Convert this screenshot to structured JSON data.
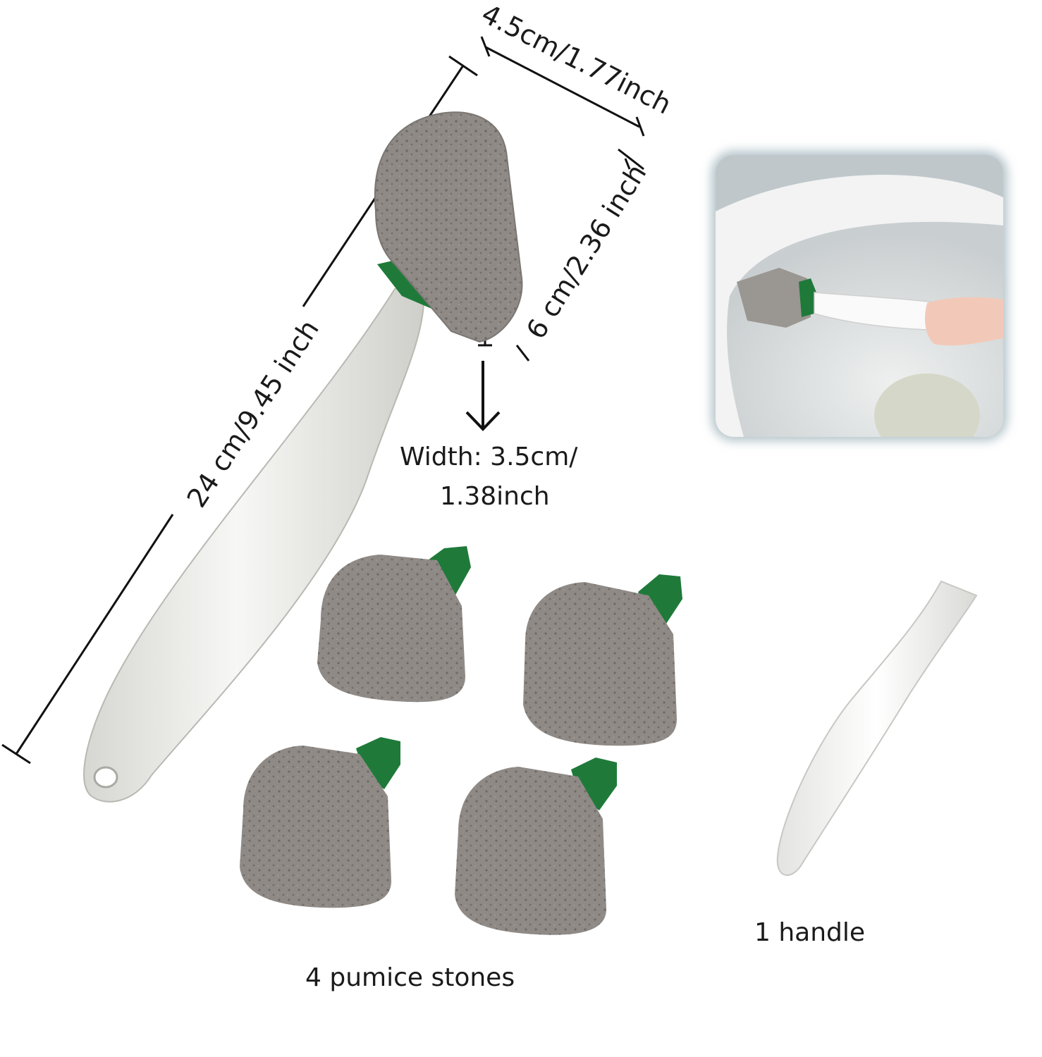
{
  "dimensions": {
    "head_width": "4.5cm/1.77inch",
    "total_length": "24 cm/9.45 inch",
    "head_height": "6 cm/2.36 inch",
    "width_line1": "Width: 3.5cm/",
    "width_line2": "1.38inch"
  },
  "captions": {
    "pumice": "4 pumice stones",
    "handle": "1 handle"
  },
  "colors": {
    "pumice": "#8f8a86",
    "green_cap": "#1f7a3a",
    "handle": "#e9e9e7",
    "inset_glow": "#7fa3aa"
  }
}
